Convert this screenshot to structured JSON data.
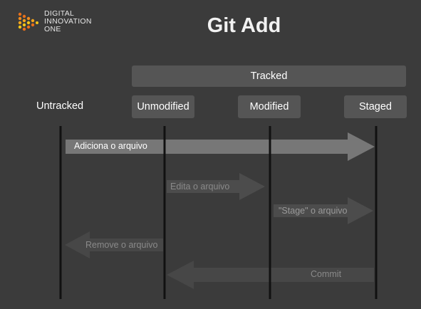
{
  "logo": {
    "text": "DIGITAL\nINNOVATION\nONE"
  },
  "title": "Git Add",
  "states": {
    "tracked": "Tracked",
    "untracked": "Untracked",
    "unmodified": "Unmodified",
    "modified": "Modified",
    "staged": "Staged"
  },
  "transitions": {
    "add": "Adiciona o arquivo",
    "edit": "Edita o arquivo",
    "stage": "\"Stage\" o arquivo",
    "remove": "Remove o arquivo",
    "commit": "Commit"
  },
  "colors": {
    "background": "#3b3b3b",
    "box": "#555555",
    "lifeline": "#111111",
    "logo_yellow": "#f5c518",
    "logo_orange": "#e8701a"
  }
}
